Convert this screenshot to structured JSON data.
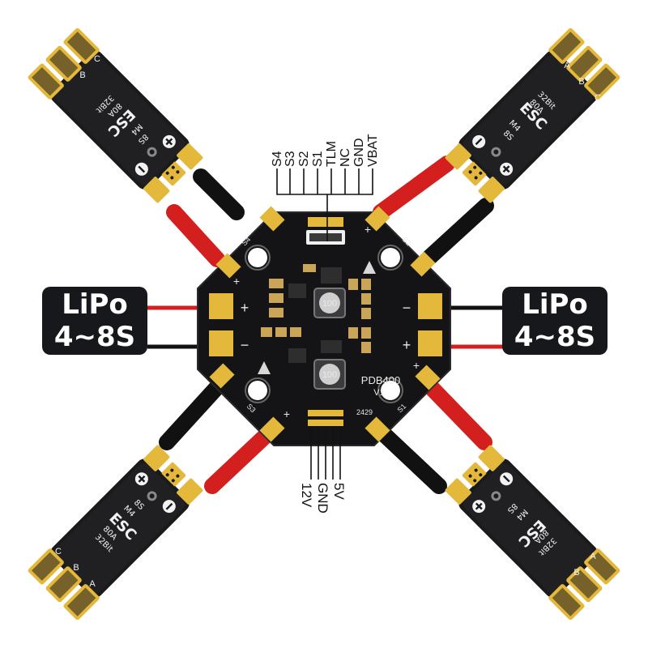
{
  "board": {
    "model": "PDB400",
    "version": "V1",
    "date_code": "2429",
    "inductor_code": "100",
    "plus": "+",
    "minus": "−",
    "motor_labels": [
      "S4",
      "S2",
      "S3",
      "S1"
    ]
  },
  "top_connector": {
    "pins": [
      "S4",
      "S3",
      "S2",
      "S1",
      "TLM",
      "NC",
      "GND",
      "VBAT"
    ]
  },
  "bottom_connector": {
    "pins": [
      "12V",
      "GND",
      "5V"
    ]
  },
  "lipo_left": {
    "line1": "LiPo",
    "line2": "4~8S"
  },
  "lipo_right": {
    "line1": "LiPo",
    "line2": "4~8S"
  },
  "esc": {
    "line1": "32Bit",
    "line2": "80A",
    "line3": "ESC",
    "line4": "M4",
    "line5": "8S",
    "phases": [
      "A",
      "B",
      "C"
    ]
  },
  "colors": {
    "board": "#141416",
    "gold": "#e4b83a",
    "wire_red": "#d41f1f",
    "wire_black": "#111111",
    "badge": "#16181b"
  }
}
